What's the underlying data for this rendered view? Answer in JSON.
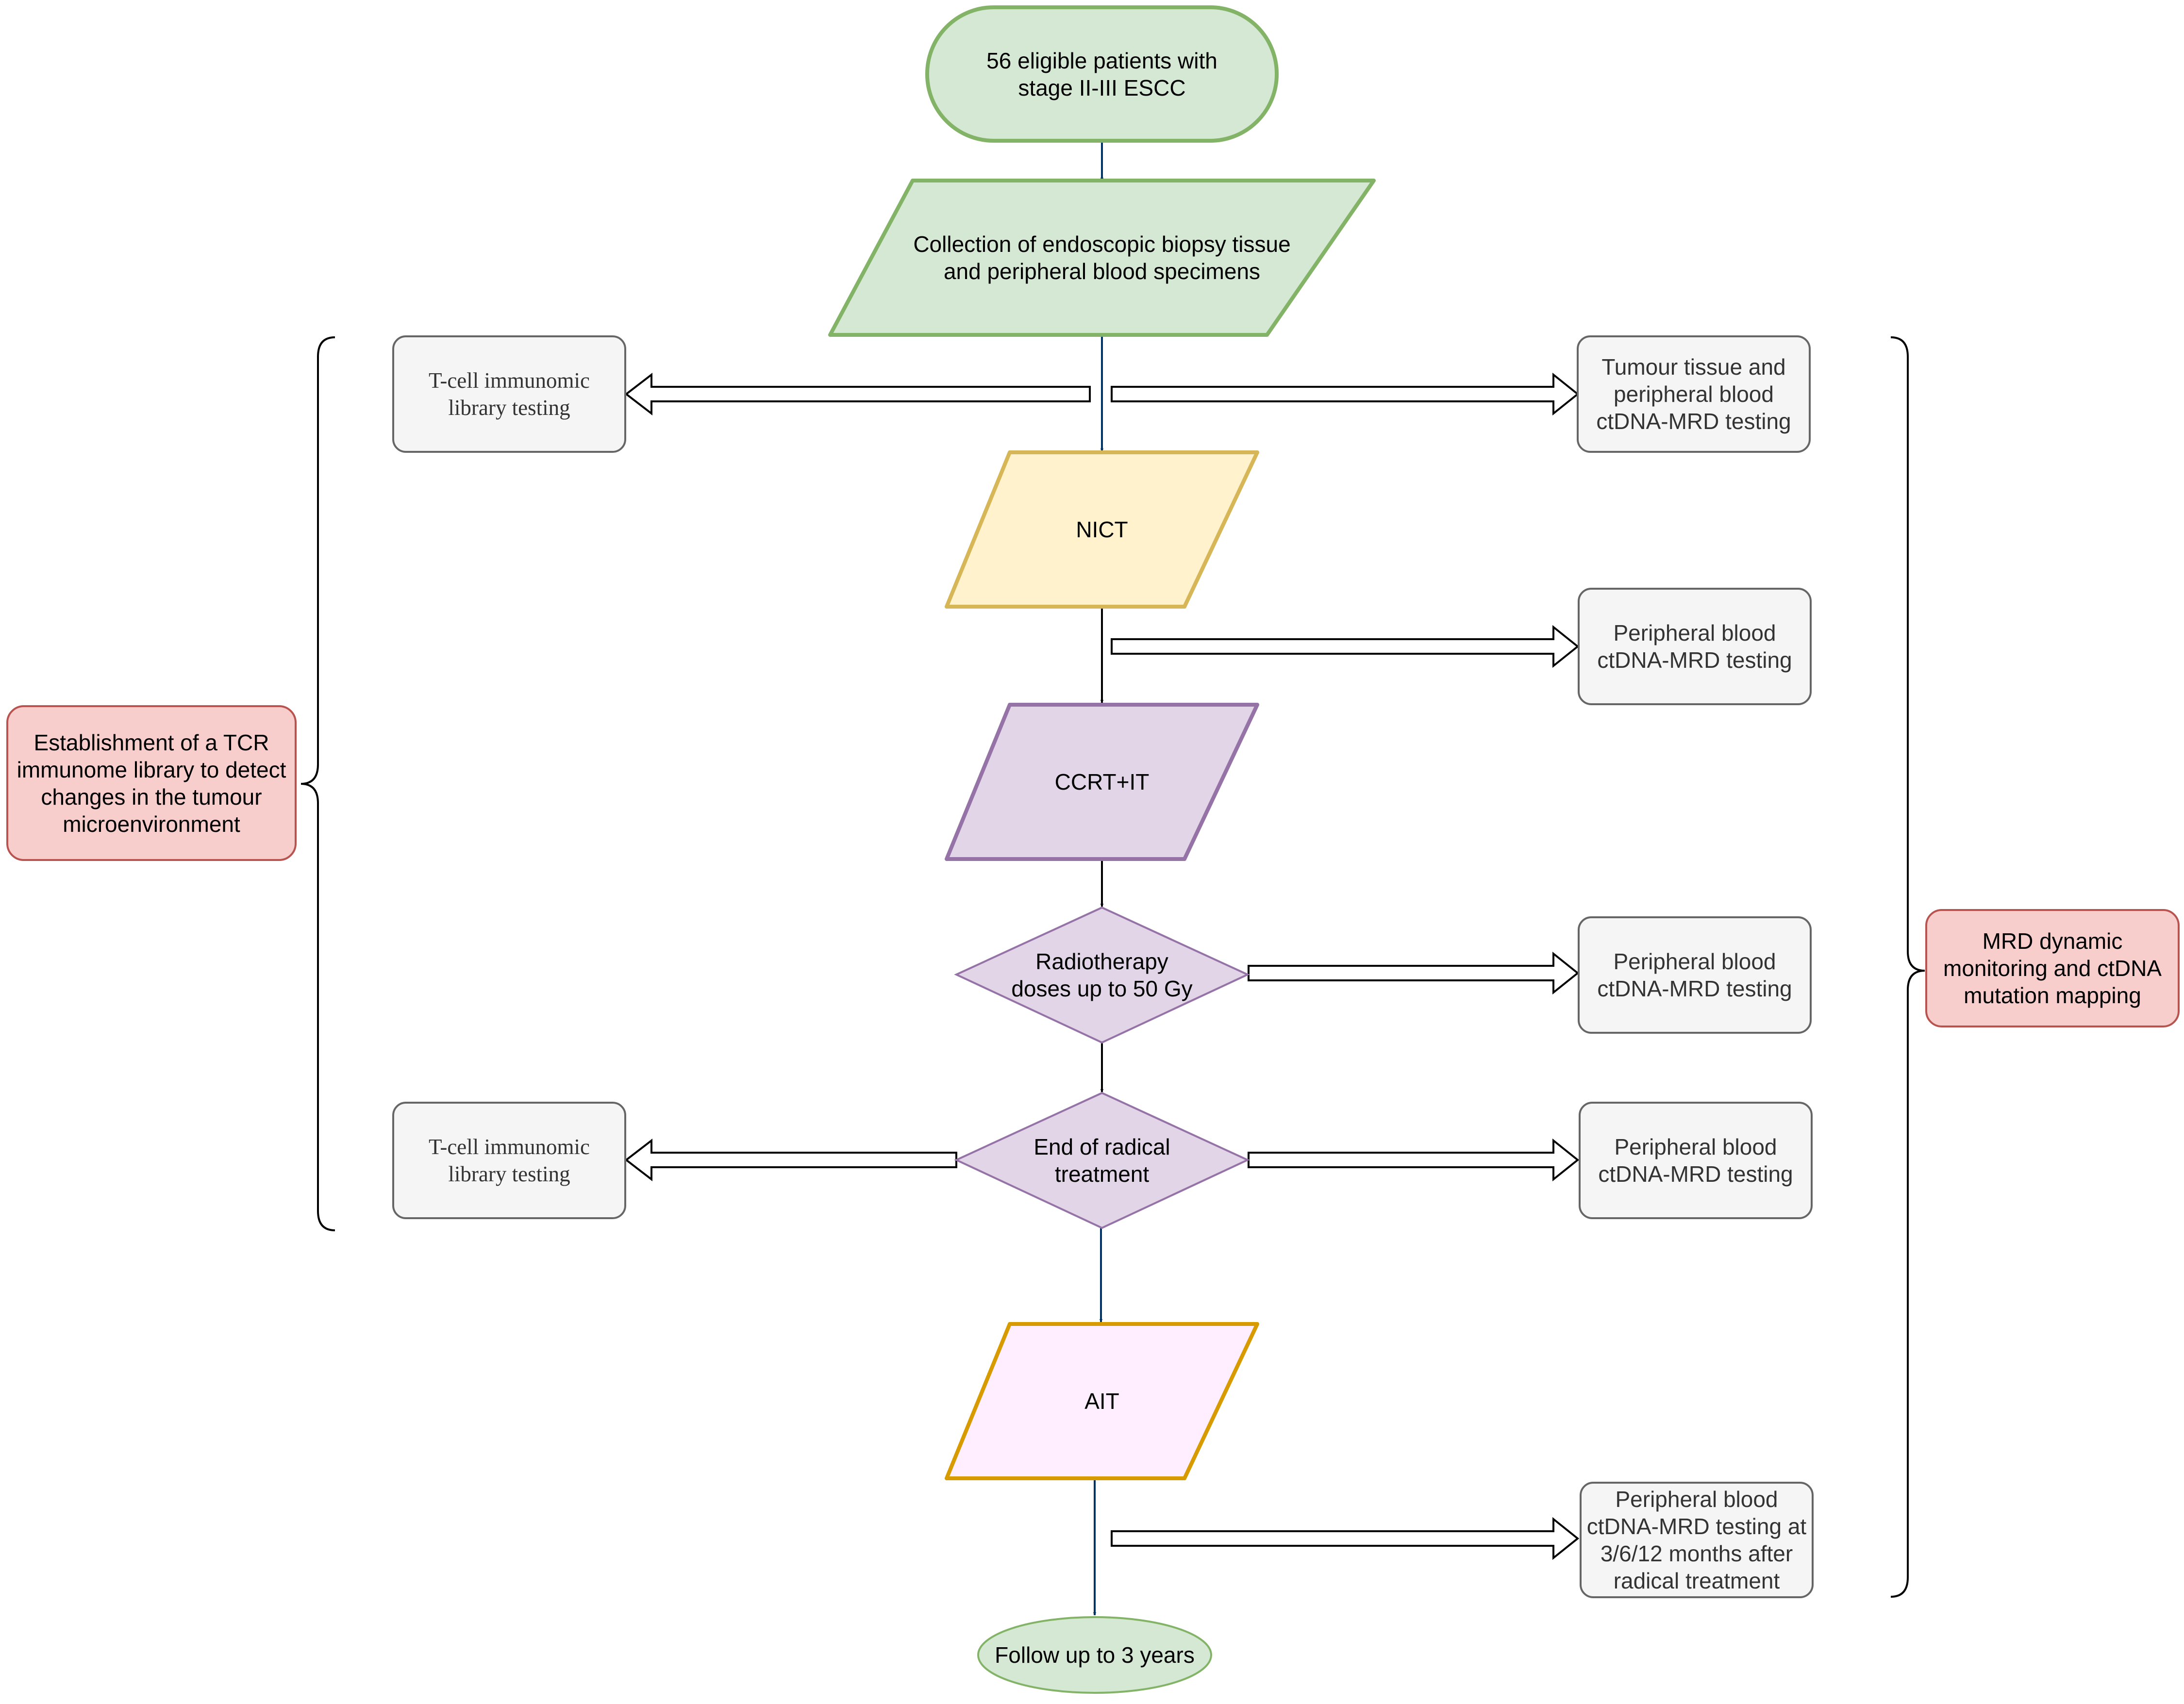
{
  "diagram": {
    "start": "56 eligible patients with\nstage II-III ESCC",
    "collection": "Collection of endoscopic biopsy tissue\nand peripheral blood specimens",
    "nict": "NICT",
    "ccrt": "CCRT+IT",
    "radiotherapy": "Radiotherapy\ndoses up to 50 Gy",
    "end_radical": "End of radical\ntreatment",
    "ait": "AIT",
    "follow_up": "Follow up to 3 years",
    "tcell_1": "T-cell immunomic\nlibrary testing",
    "tcell_2": "T-cell immunomic\nlibrary testing",
    "tissue_mrd": "Tumour tissue and\nperipheral blood\nctDNA-MRD testing",
    "blood_mrd_1": "Peripheral blood\nctDNA-MRD testing",
    "blood_mrd_2": "Peripheral blood\nctDNA-MRD testing",
    "blood_mrd_3": "Peripheral blood\nctDNA-MRD testing",
    "blood_mrd_followup": "Peripheral blood\nctDNA-MRD testing at\n3/6/12 months after\nradical treatment",
    "tcr_note": "Establishment of a TCR\nimmunome library to detect\nchanges in the tumour\nmicroenvironment",
    "mrd_note": "MRD dynamic\nmonitoring and ctDNA\nmutation mapping"
  },
  "colors": {
    "green_fill": "#d5e8d4",
    "green_stroke": "#82b366",
    "yellow_fill": "#fff2cc",
    "yellow_stroke": "#d6b656",
    "purple_fill": "#e1d5e7",
    "purple_stroke": "#9673a6",
    "pink_fill": "#ffeeff",
    "pink_stroke": "#d79b00",
    "grey_fill": "#f5f5f5",
    "grey_stroke": "#666666",
    "red_fill": "#f8cecc",
    "red_stroke": "#b85450",
    "blue_arrow": "#003366"
  }
}
